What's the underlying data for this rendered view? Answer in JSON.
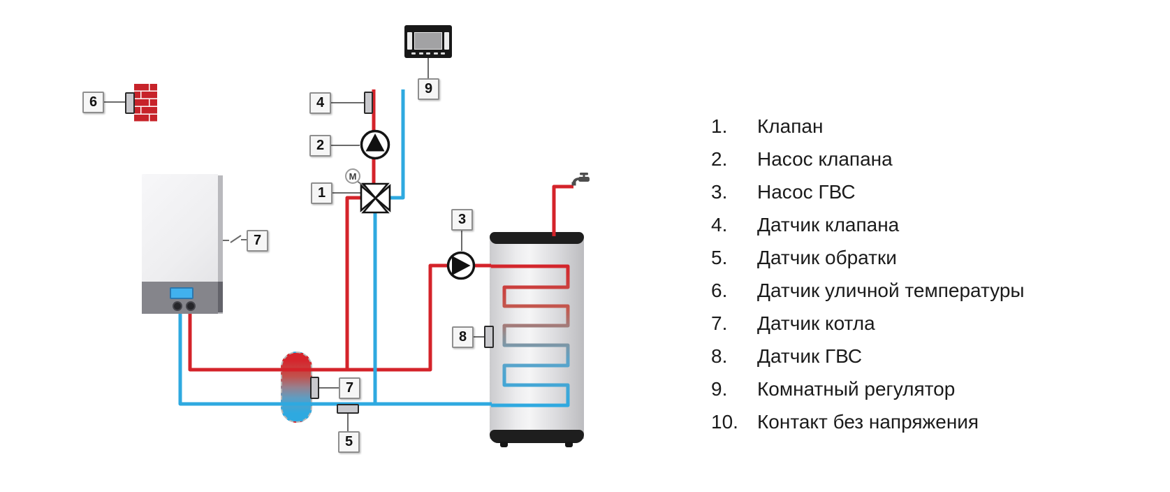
{
  "diagram": {
    "labels": {
      "valve": "1",
      "valve_pump": "2",
      "dhw_pump": "3",
      "valve_sensor": "4",
      "return_sensor": "5",
      "outdoor_sensor": "6",
      "boiler_sensor": "7",
      "separator_sensor": "7",
      "dhw_sensor": "8",
      "room_controller": "9"
    },
    "motor_label": "M",
    "colors": {
      "hot_pipe": "#d4232a",
      "cold_pipe": "#2ea9e0",
      "brick": "#c7232a",
      "connector": "#6a6a6a"
    }
  },
  "legend": {
    "items": [
      {
        "num": "1.",
        "label": "Клапан"
      },
      {
        "num": "2.",
        "label": "Насос клапана"
      },
      {
        "num": "3.",
        "label": "Насос ГВС"
      },
      {
        "num": "4.",
        "label": "Датчик клапана"
      },
      {
        "num": "5.",
        "label": "Датчик обратки"
      },
      {
        "num": "6.",
        "label": "Датчик уличной температуры"
      },
      {
        "num": "7.",
        "label": "Датчик котла"
      },
      {
        "num": "8.",
        "label": "Датчик ГВС"
      },
      {
        "num": "9.",
        "label": "Комнатный регулятор"
      },
      {
        "num": "10.",
        "label": "Контакт без напряжения"
      }
    ]
  }
}
